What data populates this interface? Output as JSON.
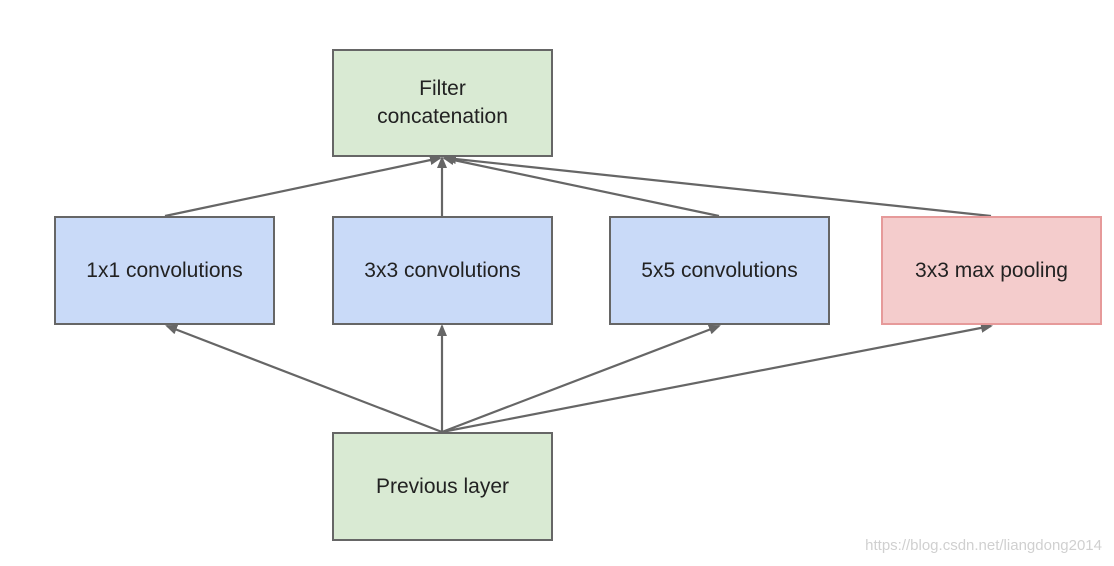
{
  "diagram": {
    "nodes": {
      "filter_concat": {
        "label": "Filter\nconcatenation",
        "color": "#d9ead3"
      },
      "conv1x1": {
        "label": "1x1 convolutions",
        "color": "#c9daf8"
      },
      "conv3x3": {
        "label": "3x3 convolutions",
        "color": "#c9daf8"
      },
      "conv5x5": {
        "label": "5x5 convolutions",
        "color": "#c9daf8"
      },
      "maxpool": {
        "label": "3x3 max pooling",
        "color": "#f4cccc"
      },
      "previous": {
        "label": "Previous layer",
        "color": "#d9ead3"
      }
    },
    "edges": [
      {
        "from": "previous",
        "to": "conv1x1"
      },
      {
        "from": "previous",
        "to": "conv3x3"
      },
      {
        "from": "previous",
        "to": "conv5x5"
      },
      {
        "from": "previous",
        "to": "maxpool"
      },
      {
        "from": "conv1x1",
        "to": "filter_concat"
      },
      {
        "from": "conv3x3",
        "to": "filter_concat"
      },
      {
        "from": "conv5x5",
        "to": "filter_concat"
      },
      {
        "from": "maxpool",
        "to": "filter_concat"
      }
    ],
    "edge_color": "#666666"
  },
  "watermark": "https://blog.csdn.net/liangdong2014"
}
